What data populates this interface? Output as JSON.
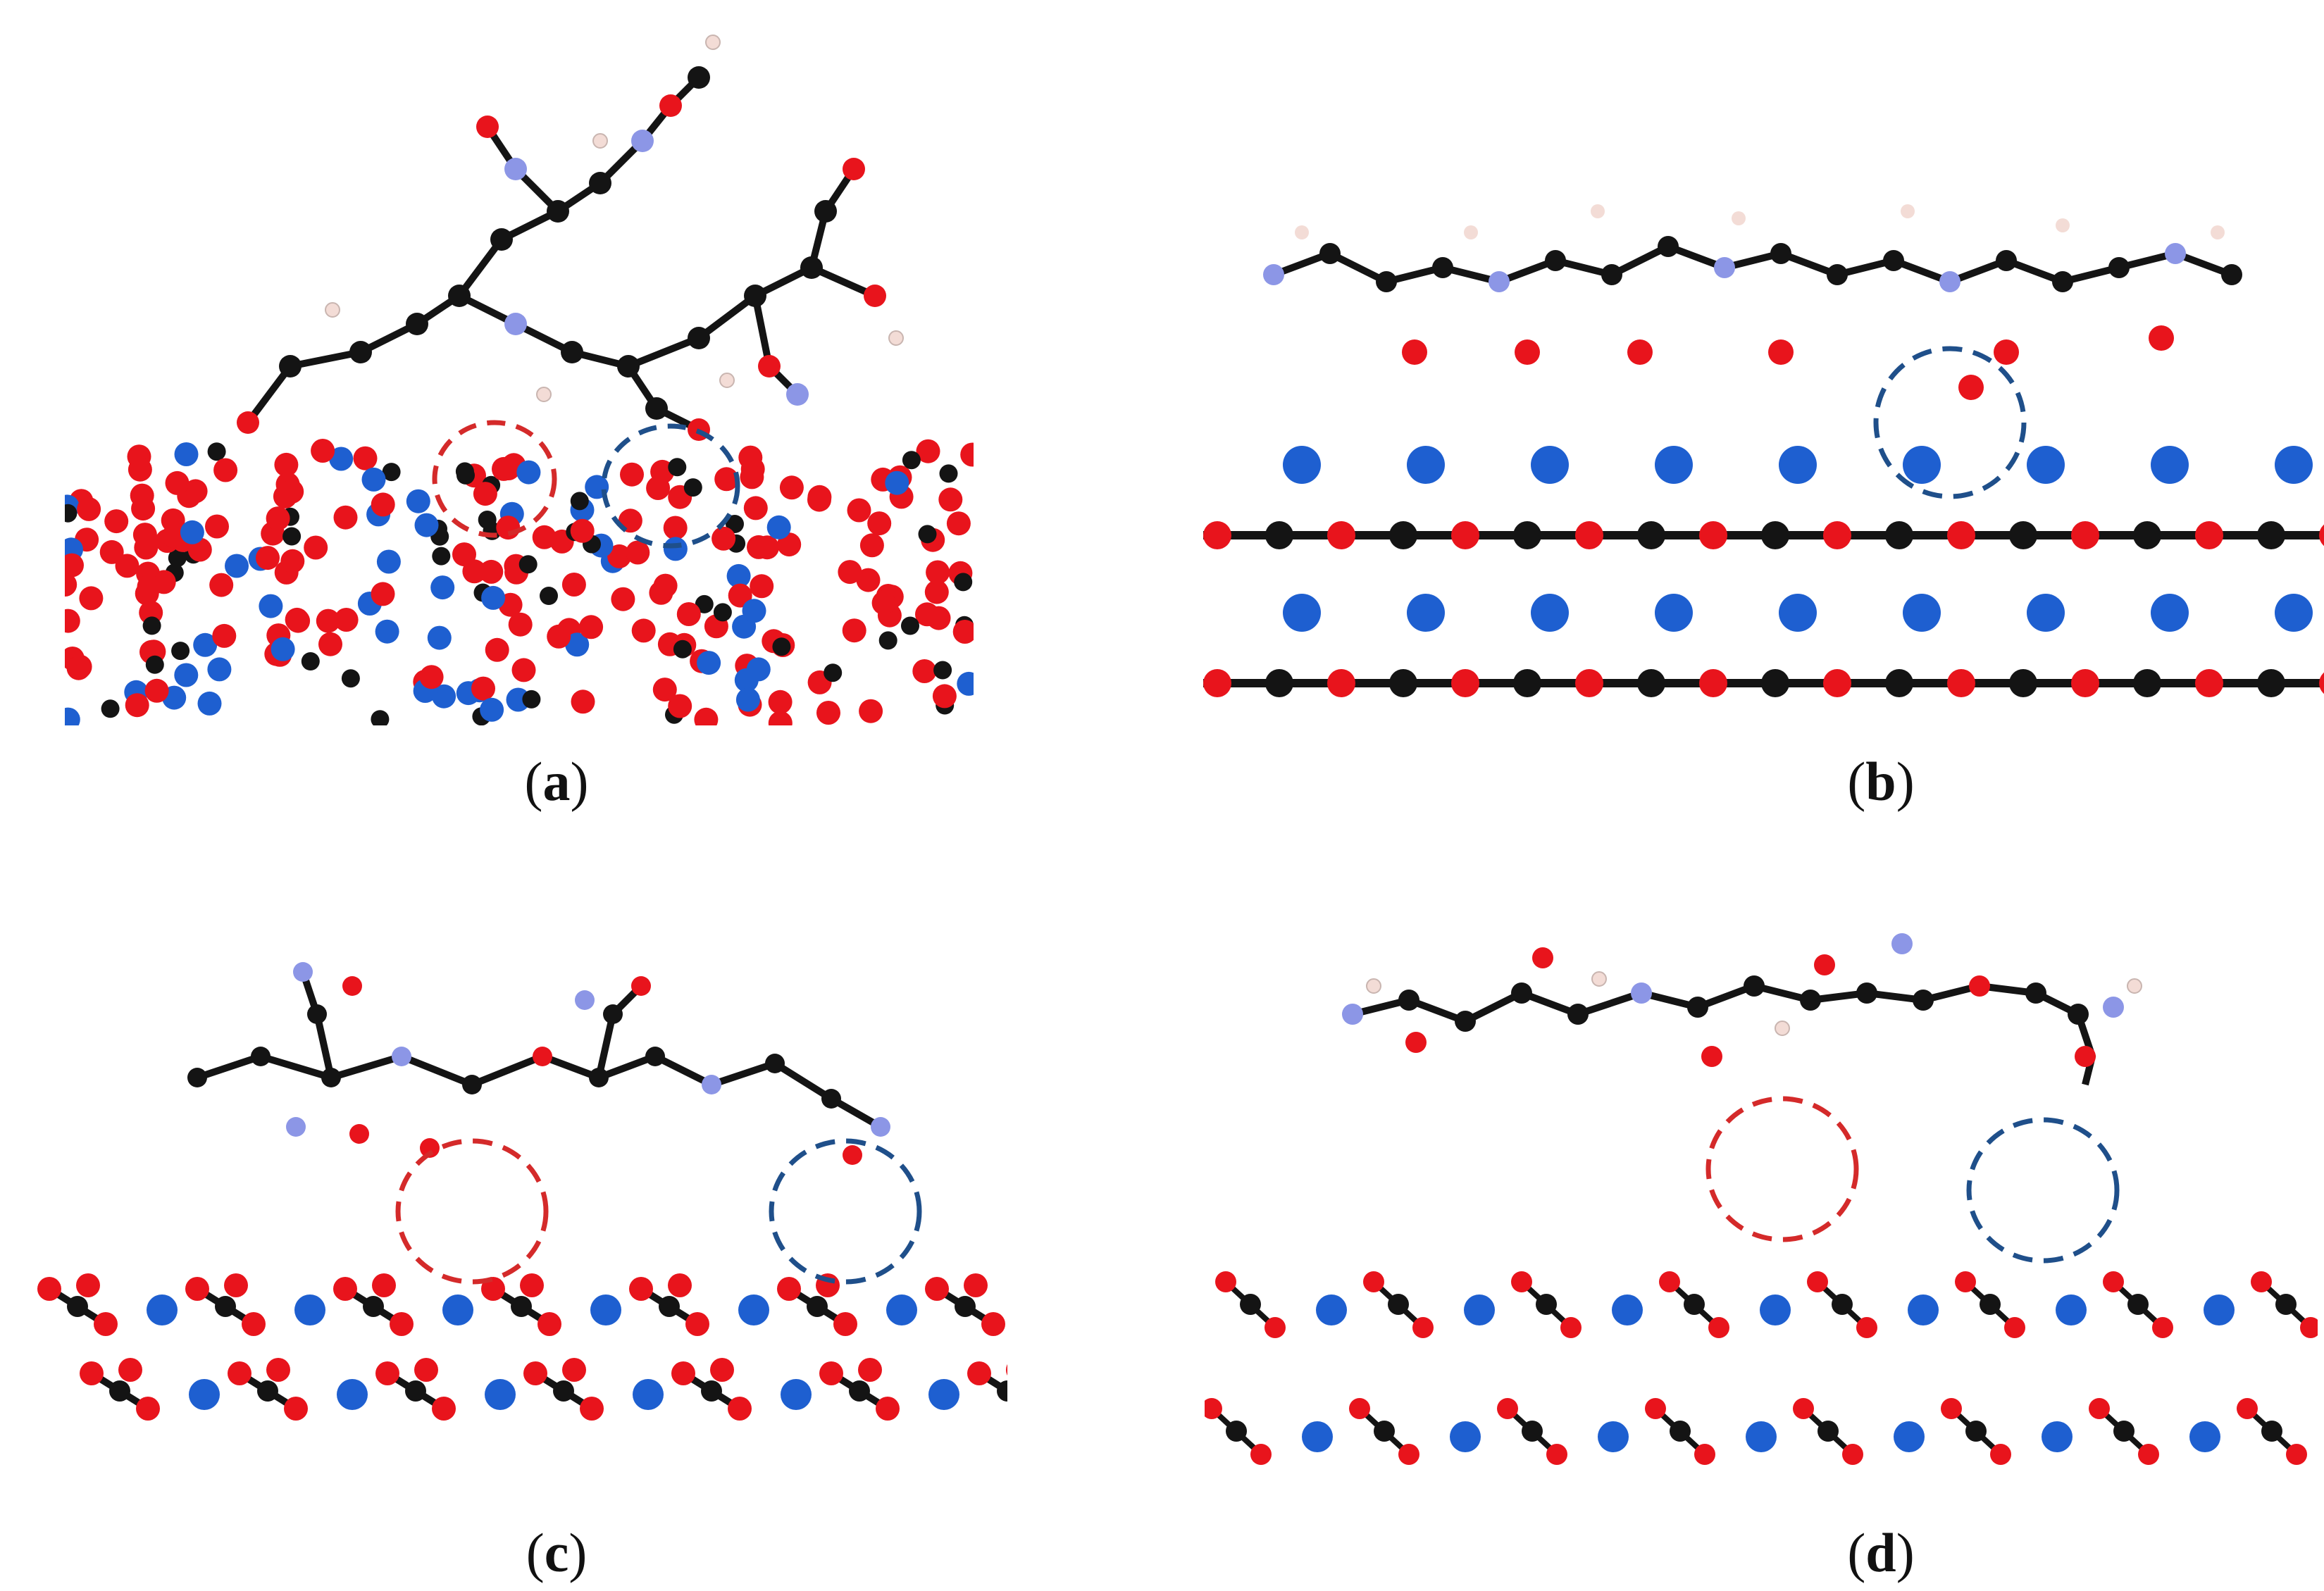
{
  "figure": {
    "panels": [
      {
        "id": "a",
        "label": "a"
      },
      {
        "id": "b",
        "label": "b"
      },
      {
        "id": "c",
        "label": "c"
      },
      {
        "id": "d",
        "label": "d"
      }
    ]
  },
  "colors": {
    "oxygen": "#e8141c",
    "carbon": "#141414",
    "calcium": "#1e5fd0",
    "nitrogen": "#8c96e6",
    "hydrogen": "#f3dcd6",
    "circle_red": "#d42a2a",
    "circle_blue": "#1f4f8a"
  }
}
